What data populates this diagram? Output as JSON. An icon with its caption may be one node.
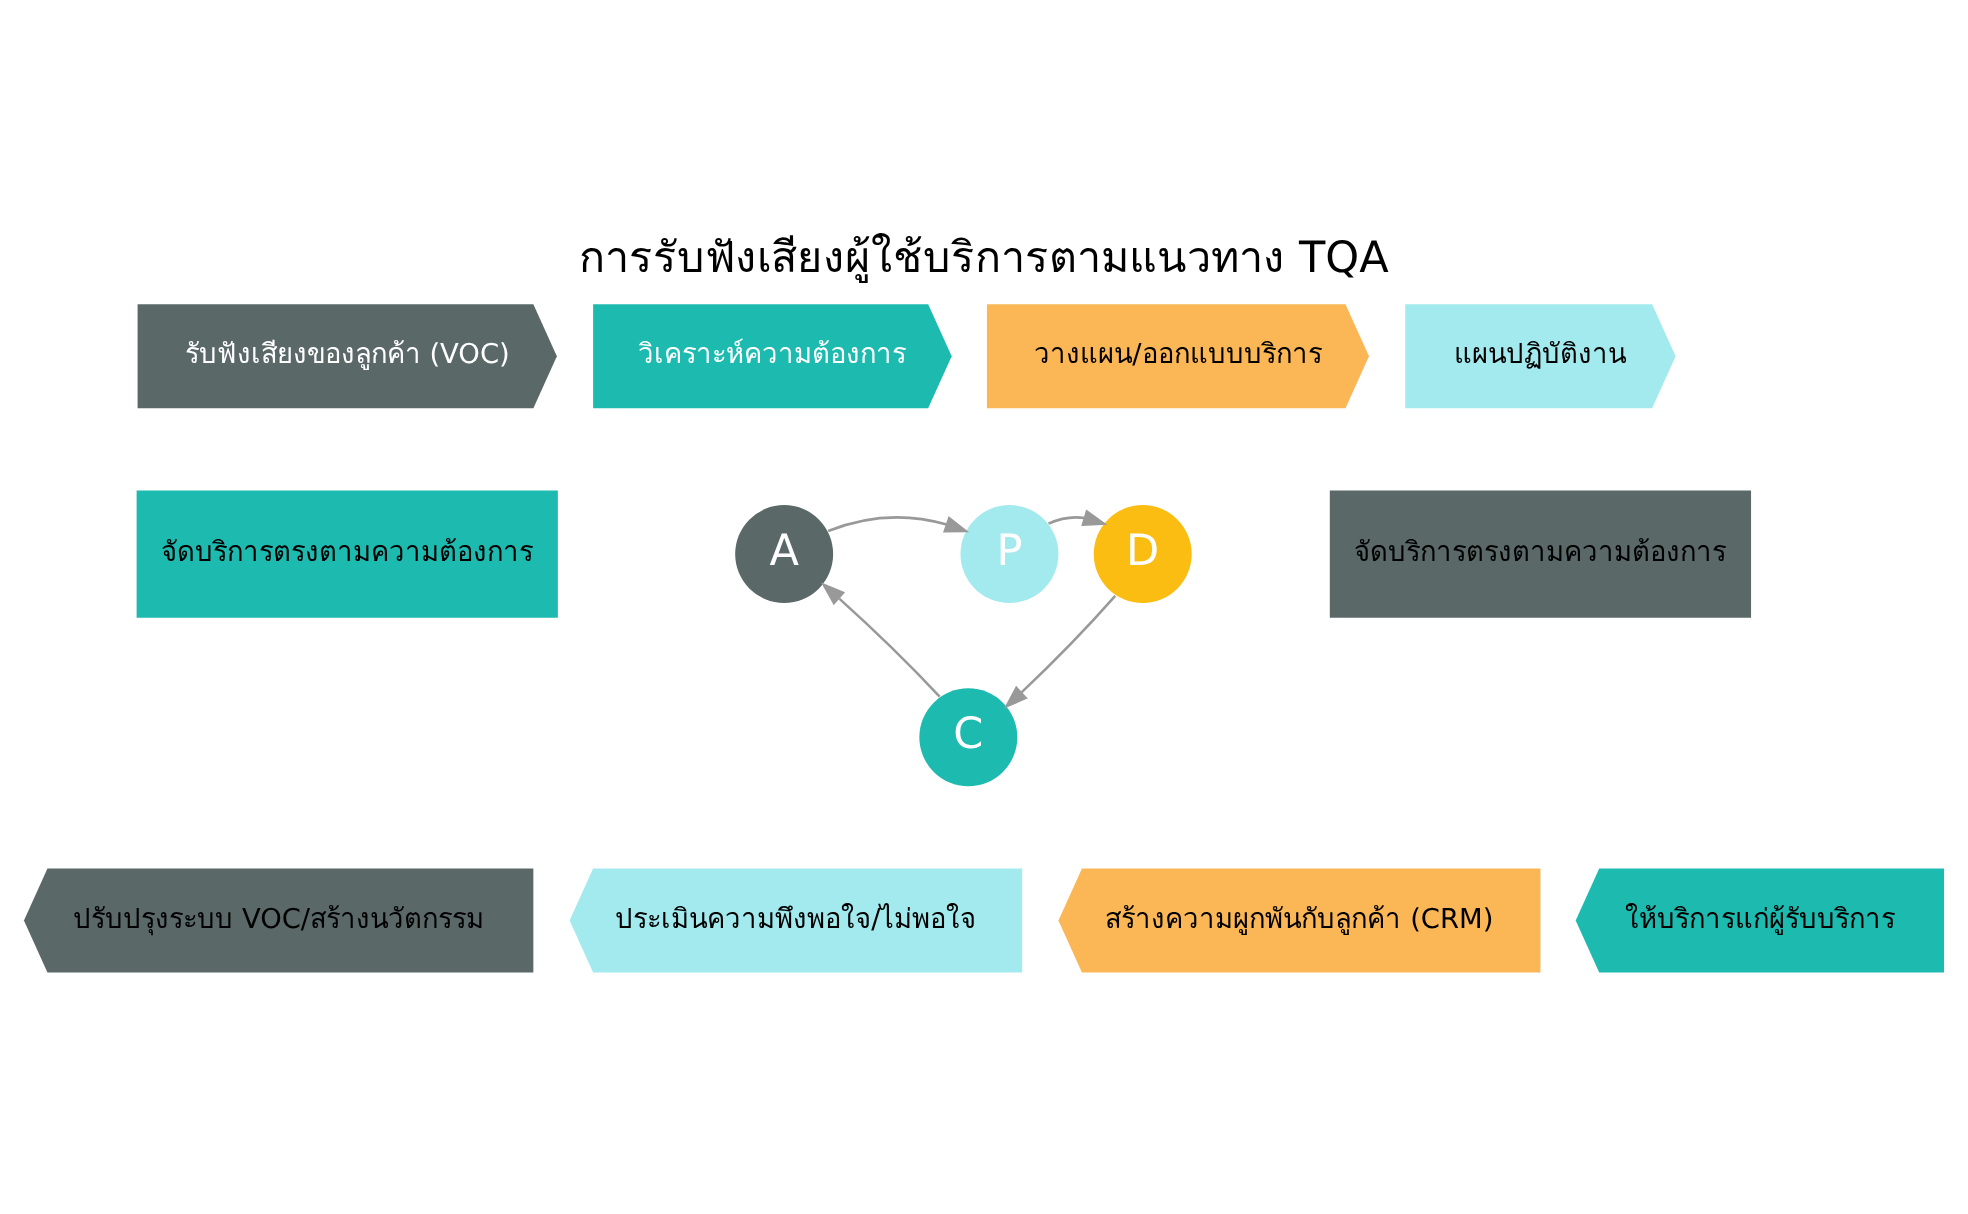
{
  "diagram": {
    "title": "การรับฟังเสียงผู้ใช้บริการตามแนวทาง TQA",
    "nodes": [
      {
        "text": [
          "รับฟังเสียงของลูกค้า (VOC)"
        ]
      },
      {
        "text": [
          "วิเคราะห์ความต้องการ"
        ]
      },
      {
        "text": [
          "วางแผน/ออกแบบบริการ"
        ]
      },
      {
        "text": [
          "แผนปฏิบัติงาน"
        ]
      },
      {
        "text": [
          "จัดบริการตรงตามความต้องการ"
        ]
      },
      {
        "text": [
          "A"
        ]
      },
      {
        "text": [
          "P"
        ]
      },
      {
        "text": [
          "D"
        ]
      },
      {
        "text": [
          "C"
        ]
      },
      {
        "text": [
          "จัดบริการตรงตามความต้องการ"
        ]
      },
      {
        "text": [
          "ปรับปรุงระบบ VOC/สร้างนวัตกรรม"
        ]
      },
      {
        "text": [
          "ประเมินความพึงพอใจ/ไม่พอใจ"
        ]
      },
      {
        "text": [
          "สร้างความผูกพันกับลูกค้า (CRM)"
        ]
      },
      {
        "text": [
          "ให้บริการแก่ผู้รับบริการ"
        ]
      }
    ],
    "edges": [
      {
        "from": 5,
        "to": 6,
        "arrow": "to"
      },
      {
        "from": 6,
        "to": 7,
        "arrow": "to"
      },
      {
        "from": 7,
        "to": 8,
        "arrow": "to"
      },
      {
        "from": 8,
        "to": 5,
        "arrow": "to"
      }
    ]
  }
}
